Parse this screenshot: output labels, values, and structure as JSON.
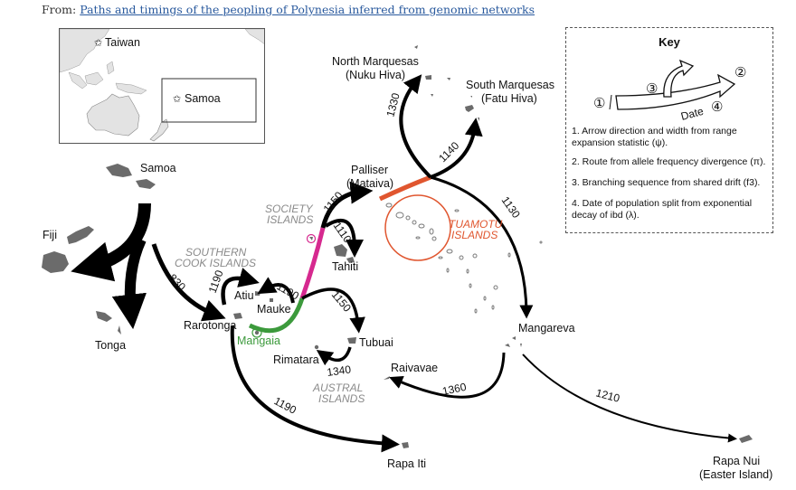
{
  "header": {
    "prefix": "From:",
    "link_text": "Paths and timings of the peopling of Polynesia inferred from genomic networks"
  },
  "inset_map": {
    "labels": [
      "Taiwan",
      "Samoa"
    ],
    "marker_icon": "star-icon"
  },
  "key": {
    "title": "Key",
    "diagram_markers": [
      "①",
      "②",
      "③",
      "④"
    ],
    "diagram_date_label": "Date",
    "items": [
      "1. Arrow direction and width from range expansion statistic (ψ).",
      "2. Route from allele frequency divergence (π).",
      "3. Branching sequence from shared drift (f3).",
      "4. Date of population split from exponential decay of ibd (λ)."
    ]
  },
  "colors": {
    "society_route": "#d6298f",
    "southern_cook_route": "#3c9a3c",
    "tuamotu": "#e0562f",
    "land": "#6b6b6b",
    "region_label": "#8a8a8a"
  },
  "islands": {
    "samoa": "Samoa",
    "fiji": "Fiji",
    "tonga": "Tonga",
    "rarotonga": "Rarotonga",
    "atiu": "Atiu",
    "mauke": "Mauke",
    "mangaia": "Mangaia",
    "tahiti": "Tahiti",
    "palliser_1": "Palliser",
    "palliser_2": "(Mataiva)",
    "north_marquesas_1": "North Marquesas",
    "north_marquesas_2": "(Nuku Hiva)",
    "south_marquesas_1": "South Marquesas",
    "south_marquesas_2": "(Fatu Hiva)",
    "tubuai": "Tubuai",
    "rimatara": "Rimatara",
    "raivavae": "Raivavae",
    "mangareva": "Mangareva",
    "rapa_iti": "Rapa Iti",
    "rapa_nui_1": "Rapa Nui",
    "rapa_nui_2": "(Easter Island)"
  },
  "regions": {
    "southern_cook_1": "SOUTHERN",
    "southern_cook_2": "COOK ISLANDS",
    "society_1": "SOCIETY",
    "society_2": "ISLANDS",
    "tuamotu_1": "TUAMOTU",
    "tuamotu_2": "ISLANDS",
    "austral_1": "AUSTRAL",
    "austral_2": "ISLANDS"
  },
  "routes": [
    {
      "from": "Samoa",
      "to": "Fiji",
      "date": ""
    },
    {
      "from": "Samoa",
      "to": "Tonga",
      "date": ""
    },
    {
      "from": "Samoa",
      "to": "Rarotonga",
      "date": "830"
    },
    {
      "from": "Rarotonga",
      "to": "Atiu",
      "date": "1190"
    },
    {
      "from": "Mangaia",
      "to": "Mauke",
      "date": "1190"
    },
    {
      "from": "Society",
      "to": "Palliser",
      "date": "1150"
    },
    {
      "from": "Society",
      "to": "Tahiti",
      "date": "1110"
    },
    {
      "from": "Southern Cook",
      "to": "Tubuai",
      "date": "1150"
    },
    {
      "from": "Tubuai",
      "to": "Rimatara",
      "date": "1340"
    },
    {
      "from": "Tuamotu",
      "to": "North Marquesas",
      "date": "1330"
    },
    {
      "from": "Tuamotu",
      "to": "South Marquesas",
      "date": "1140"
    },
    {
      "from": "Tuamotu",
      "to": "Mangareva",
      "date": "1130"
    },
    {
      "from": "Mangareva",
      "to": "Raivavae",
      "date": "1360"
    },
    {
      "from": "Rarotonga",
      "to": "Rapa Iti",
      "date": "1190"
    },
    {
      "from": "Mangareva",
      "to": "Rapa Nui",
      "date": "1210"
    }
  ]
}
